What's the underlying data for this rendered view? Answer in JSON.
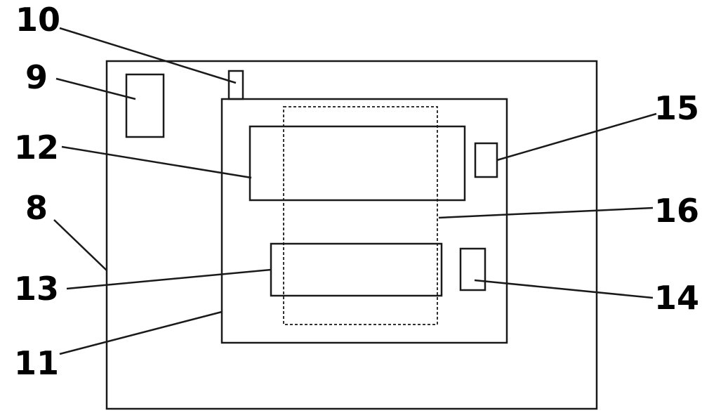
{
  "labels": {
    "l8": "8",
    "l9": "9",
    "l10": "10",
    "l11": "11",
    "l12": "12",
    "l13": "13",
    "l14": "14",
    "l15": "15",
    "l16": "16"
  },
  "colors": {
    "line": "#1a1a1a",
    "background": "#ffffff"
  }
}
